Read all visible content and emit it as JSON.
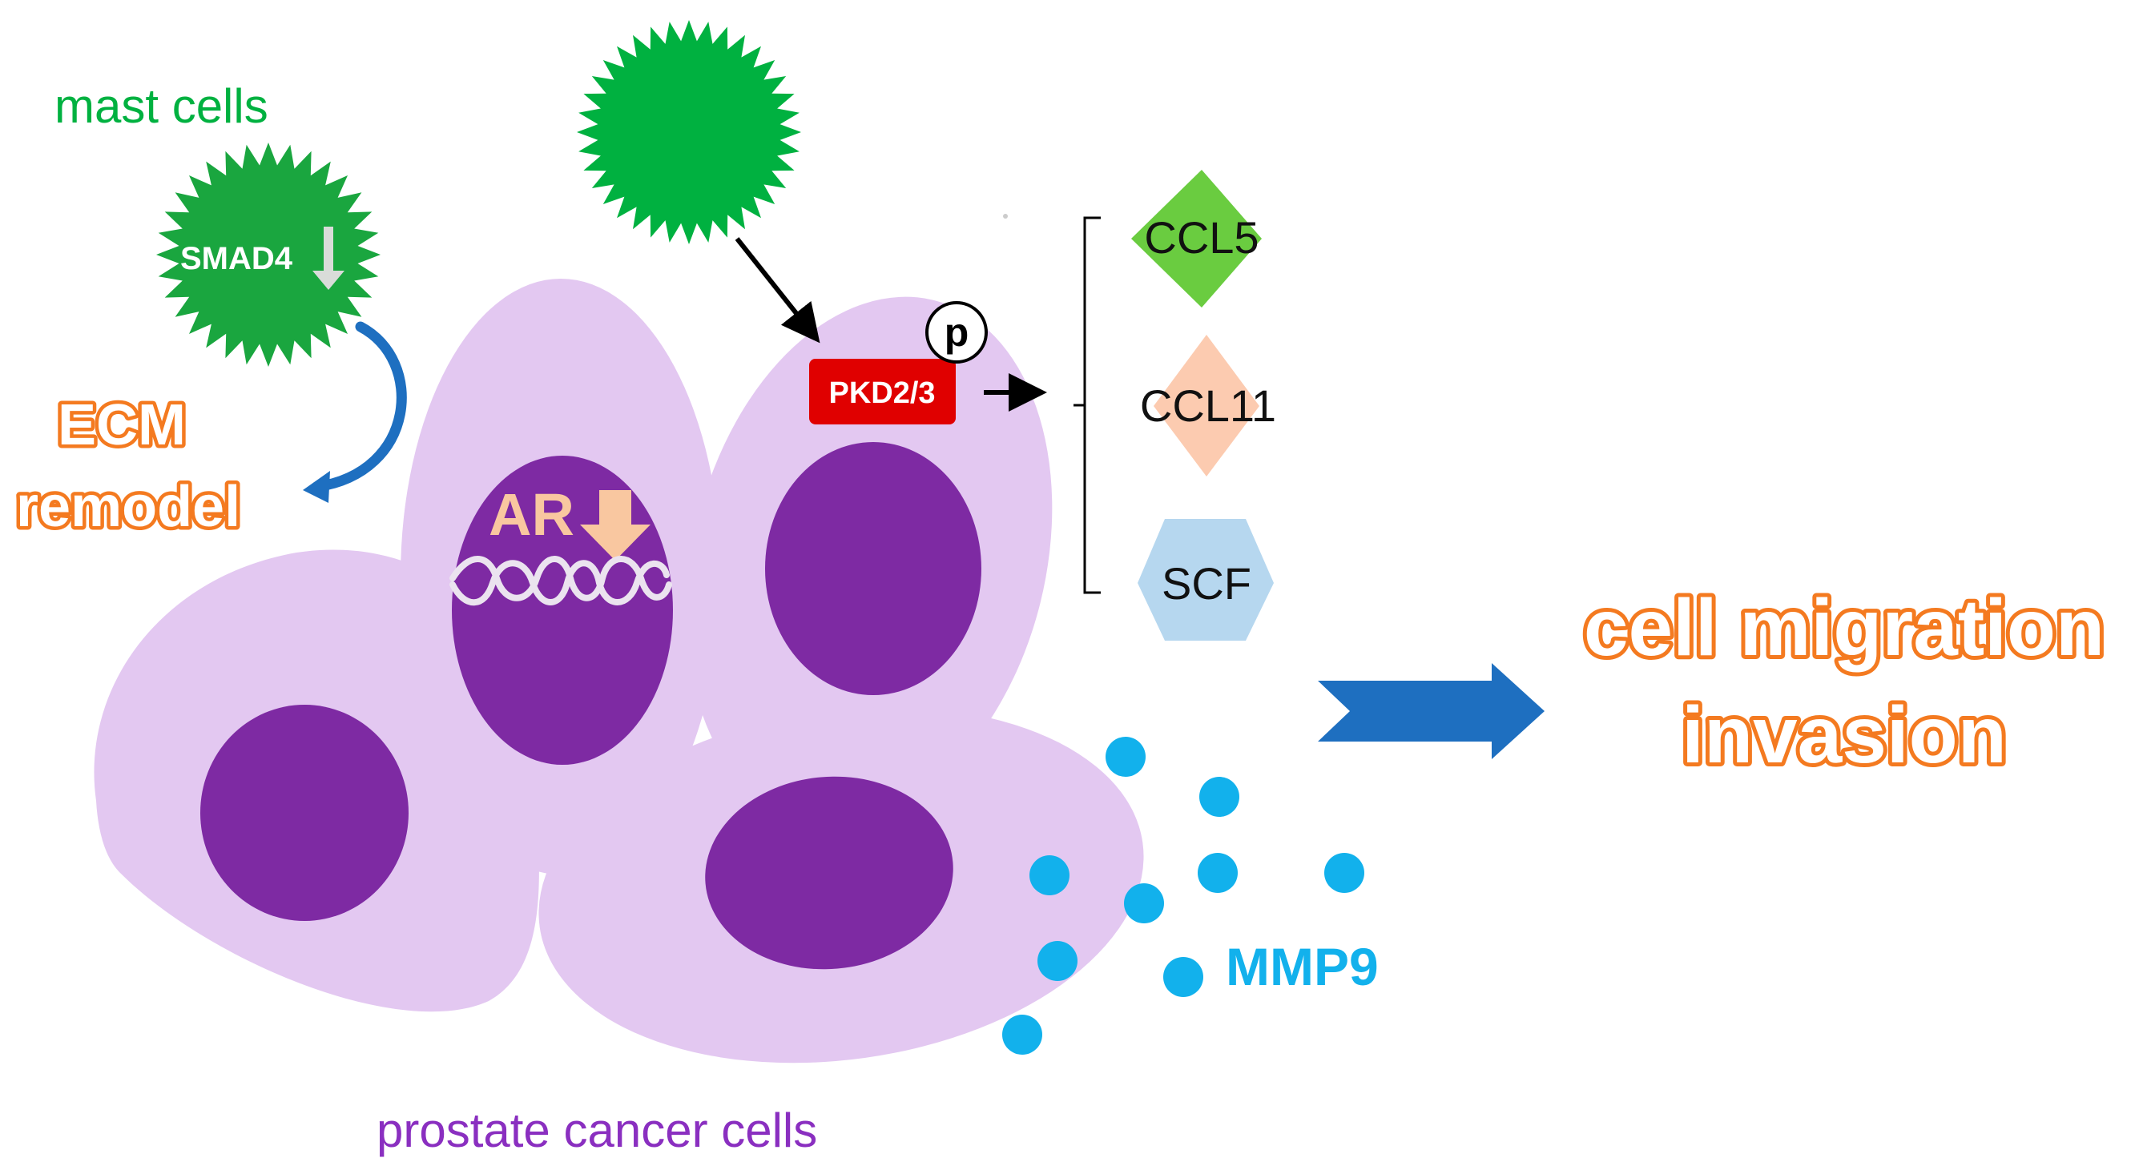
{
  "labels": {
    "mast_cells": "mast cells",
    "smad4": "SMAD4",
    "ecm_line1": "ECM",
    "ecm_line2": "remodel",
    "ar": "AR",
    "pkd": "PKD2/3",
    "phospho": "p",
    "ccl5": "CCL5",
    "ccl11": "CCL11",
    "scf": "SCF",
    "outcome_line1": "cell migration",
    "outcome_line2": "invasion",
    "mmp9": "MMP9",
    "prostate_cells": "prostate cancer cells"
  },
  "colors": {
    "mast_green": "#00b140",
    "mast_dark_green": "#1aa63f",
    "cell_body": "#e3c8f1",
    "nucleus": "#7e2aa3",
    "pkd_red": "#e00000",
    "orange": "#f47a20",
    "ar_peach": "#f9c7a0",
    "ccl5_green": "#6acc40",
    "ccl11_peach": "#fccbb0",
    "scf_blue": "#b6d7ef",
    "mmp_blue": "#12b1ec",
    "arrow_blue": "#1e6fc0",
    "purple_text": "#8a2fc0"
  },
  "icons": {
    "mast_cell": "spiky-starburst-icon",
    "down_arrow": "down-arrow-icon",
    "dna": "dna-strand-icon"
  }
}
